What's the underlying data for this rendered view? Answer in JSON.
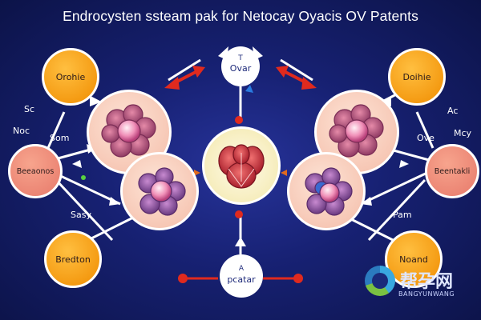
{
  "title": "Endrocysten ssteam pak for Netocay Oyacis OV Patents",
  "nodes": {
    "top_left": "Orohie",
    "mid_left": "Beeaonos",
    "bottom_left": "Bredton",
    "top_right": "Doihie",
    "mid_right": "Beentakli",
    "bottom_right": "Noand",
    "top_center_symbol": "T",
    "top_center_label": "Ovar",
    "bottom_center_symbol": "A",
    "bottom_center_label": "pcatar"
  },
  "labels": {
    "sc": "Sc",
    "noc": "Noc",
    "som": "Som",
    "sasy": "Sasy",
    "ac": "Ac",
    "ove": "Ove",
    "mcy": "Mcy",
    "pam": "Pam"
  },
  "watermark": {
    "chinese": "帮孕网",
    "english": "BANGYUNWANG"
  },
  "colors": {
    "background": "#172173",
    "orange": "#f5a200",
    "salmon": "#ee8b78",
    "arrow_red": "#e02a1e",
    "line": "#ffffff"
  }
}
